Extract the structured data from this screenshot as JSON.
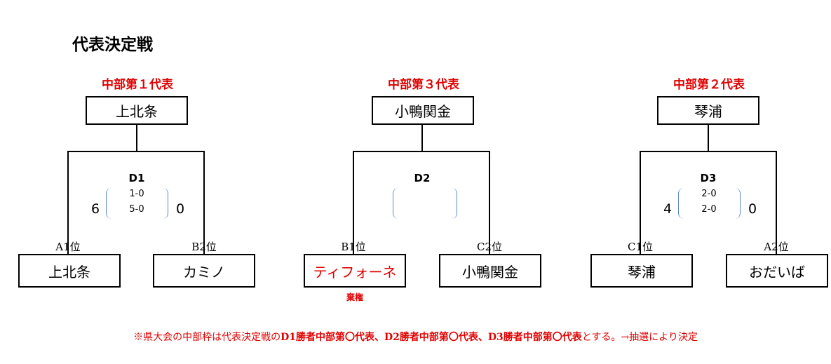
{
  "title": "代表決定戦",
  "brackets": [
    {
      "rep_label": "中部第１代表",
      "winner": "上北条",
      "match": "D1",
      "scores": [
        "1-0",
        "5-0"
      ],
      "total_left": "6",
      "total_right": "0",
      "left": {
        "rank": "A1位",
        "team": "上北条"
      },
      "right": {
        "rank": "B2位",
        "team": "カミノ"
      }
    },
    {
      "rep_label": "中部第３代表",
      "winner": "小鴨関金",
      "match": "D2",
      "scores": [
        "",
        ""
      ],
      "total_left": "",
      "total_right": "",
      "left": {
        "rank": "B1位",
        "team": "ティフォーネ",
        "note": "棄権"
      },
      "right": {
        "rank": "C2位",
        "team": "小鴨関金"
      }
    },
    {
      "rep_label": "中部第２代表",
      "winner": "琴浦",
      "match": "D3",
      "scores": [
        "2-0",
        "2-0"
      ],
      "total_left": "4",
      "total_right": "0",
      "left": {
        "rank": "C1位",
        "team": "琴浦"
      },
      "right": {
        "rank": "A2位",
        "team": "おだいば"
      }
    }
  ],
  "note": {
    "prefix": "※県大会の中部枠は代表決定戦の",
    "bold": "D1勝者中部第〇代表、D2勝者中部第〇代表、D3勝者中部第〇代表",
    "suffix": "とする。→抽選により決定"
  },
  "colors": {
    "accent_red": "#e00000",
    "paren_blue": "#5b88c4"
  }
}
